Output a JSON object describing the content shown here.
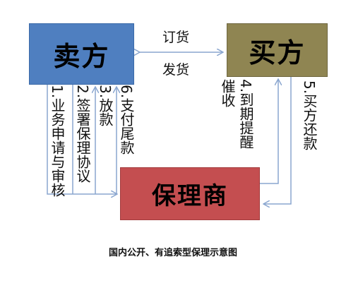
{
  "nodes": {
    "seller": "卖方",
    "buyer": "买方",
    "factor": "保理商"
  },
  "edges": {
    "order": "订货",
    "ship": "发货",
    "step1": "1.业务申请与审核",
    "step2": "2.签署保理协议",
    "step3": "3.放款",
    "step4_line1": "4.到期提醒",
    "step4_line2": "催收",
    "step5": "5.买方还款",
    "step6": "6.支付尾款"
  },
  "caption": "国内公开、有追索型保理示意图",
  "colors": {
    "seller": "#4f7fc0",
    "buyer": "#8f8552",
    "factor": "#c44e50",
    "arrow": "#8aa6cf"
  }
}
